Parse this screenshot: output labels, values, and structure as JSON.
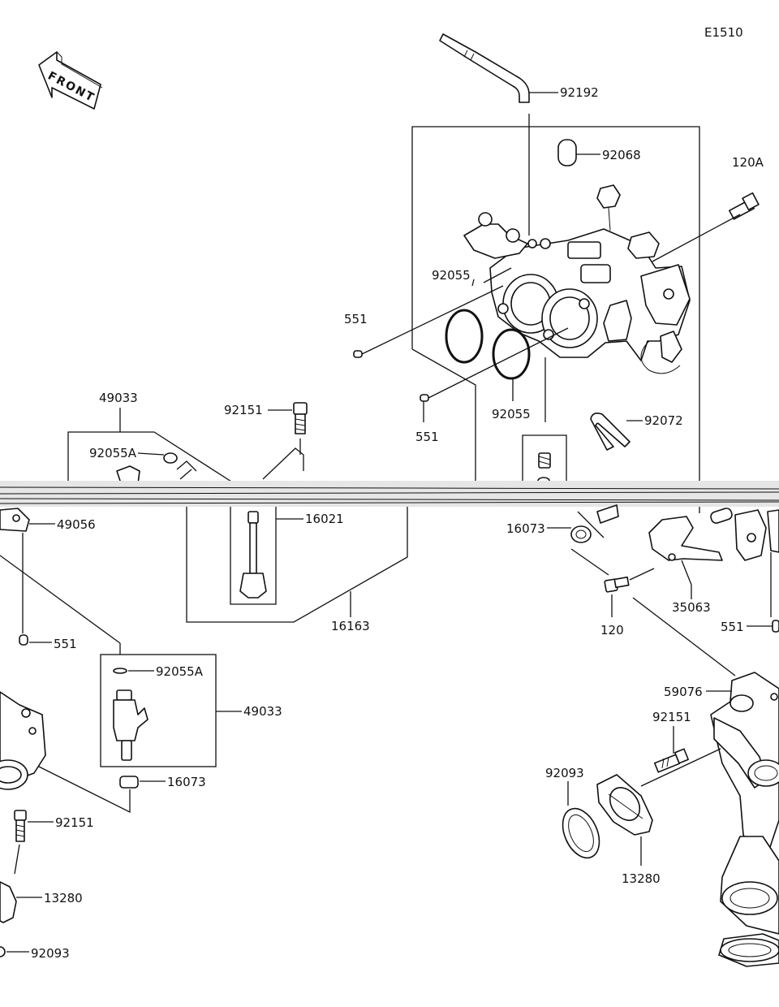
{
  "diagram_code": "E1510",
  "front_label": "FRONT",
  "parts": {
    "p92192": "92192",
    "p92068": "92068",
    "p120A": "120A",
    "p92055_top": "92055",
    "p551_a": "551",
    "p92055_low": "92055",
    "p551_b": "551",
    "p92072": "92072",
    "p49033_a": "49033",
    "p92151_a": "92151",
    "p92055A_a": "92055A",
    "p49056": "49056",
    "p16021": "16021",
    "p16073_a": "16073",
    "p35063": "35063",
    "p120": "120",
    "p16163": "16163",
    "p551_c": "551",
    "p551_d": "551",
    "p92055A_b": "92055A",
    "p49033_b": "49033",
    "p59076": "59076",
    "p92151_b": "92151",
    "p92093_a": "92093",
    "p16073_b": "16073",
    "p92151_c": "92151",
    "p13280_a": "13280",
    "p13280_b": "13280",
    "p92093_b": "92093"
  }
}
